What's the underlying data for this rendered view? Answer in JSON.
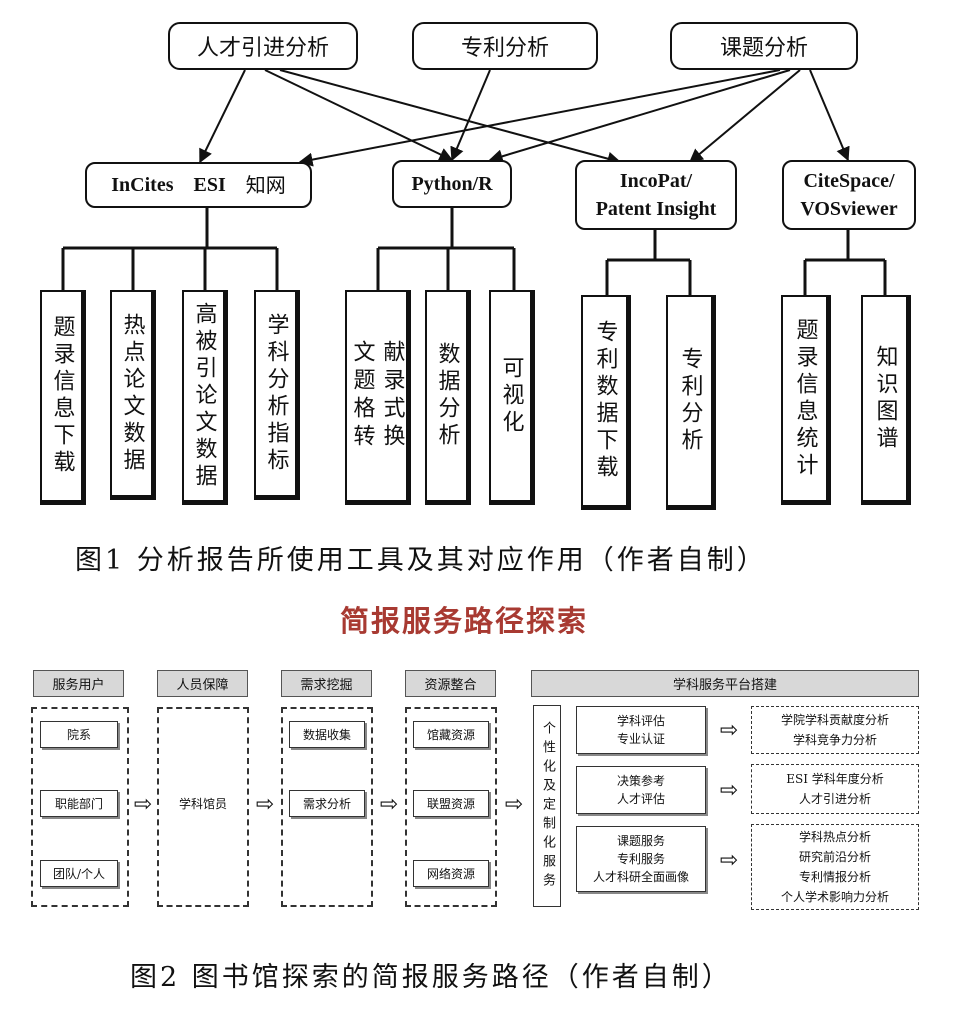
{
  "figure1": {
    "analyses": [
      "人才引进分析",
      "专利分析",
      "课题分析"
    ],
    "tools": {
      "incites": [
        "InCites",
        "ESI",
        "知网"
      ],
      "python": "Python/R",
      "incopat": [
        "IncoPat/",
        "Patent Insight"
      ],
      "citespace": [
        "CiteSpace/",
        "VOSviewer"
      ]
    },
    "functions": {
      "incites": [
        "题录信息下载",
        "热点论文数据",
        "高被引论文数据",
        "学科分析指标"
      ],
      "python": [
        "文献题录格式转换",
        "数据分析",
        "可视化"
      ],
      "incopat": [
        "专利数据下载",
        "专利分析"
      ],
      "citespace": [
        "题录信息统计",
        "知识图谱"
      ]
    },
    "caption": "图1 分析报告所使用工具及其对应作用（作者自制）"
  },
  "section_title": "简报服务路径探索",
  "figure2": {
    "headers": {
      "users": "服务用户",
      "staff": "人员保障",
      "demand": "需求挖掘",
      "resource": "资源整合",
      "platform": "学科服务平台搭建"
    },
    "users": [
      "院系",
      "职能部门",
      "团队/个人"
    ],
    "staff": "学科馆员",
    "demand": [
      "数据收集",
      "需求分析"
    ],
    "resources": [
      "馆藏资源",
      "联盟资源",
      "网络资源"
    ],
    "personalized": "个性化及定制化服务",
    "services": [
      [
        "学科评估",
        "专业认证"
      ],
      [
        "决策参考",
        "人才评估"
      ],
      [
        "课题服务",
        "专利服务",
        "人才科研全面画像"
      ]
    ],
    "outputs": [
      [
        "学院学科贡献度分析",
        "学科竞争力分析"
      ],
      [
        "ESI 学科年度分析",
        "人才引进分析"
      ],
      [
        "学科热点分析",
        "研究前沿分析",
        "专利情报分析",
        "个人学术影响力分析"
      ]
    ],
    "arrow": "⇨",
    "caption": "图2 图书馆探索的简报服务路径（作者自制）"
  }
}
